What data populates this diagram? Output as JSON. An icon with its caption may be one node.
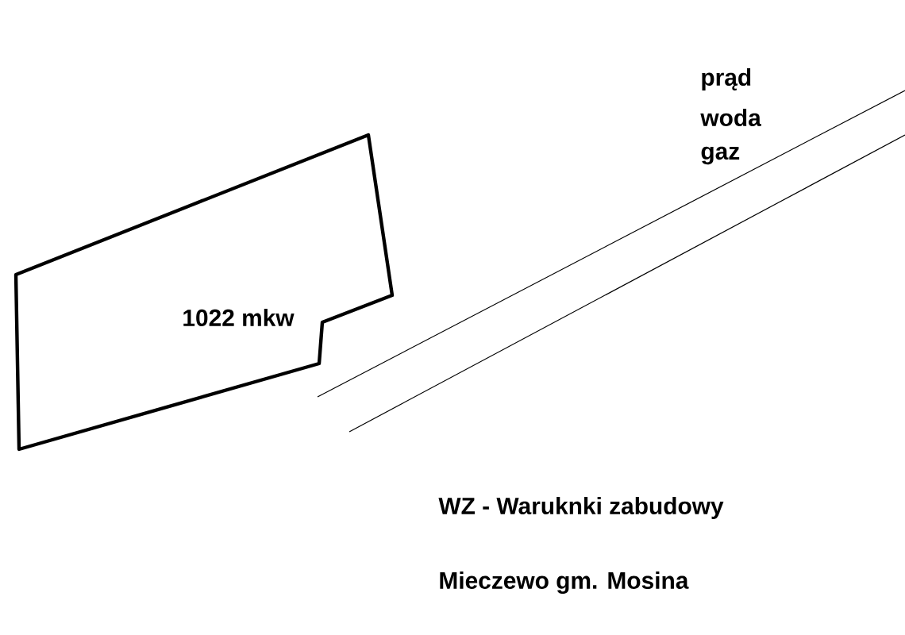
{
  "diagram": {
    "nodes": [
      {
        "text": [
          "1022 mkw"
        ]
      }
    ],
    "labels": [
      "prąd",
      "woda",
      "gaz",
      "WZ - Waruknki zabudowy",
      "Mieczewo gm. Mosina"
    ]
  }
}
